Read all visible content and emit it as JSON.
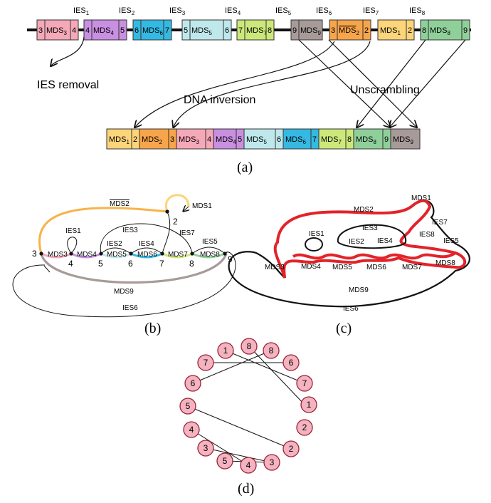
{
  "colors": {
    "mds1": "#fcd47a",
    "mds2": "#f7a54a",
    "mds3": "#f5a9b8",
    "mds4": "#c98fe0",
    "mds5": "#bfe8ec",
    "mds6": "#34b9e2",
    "mds7": "#cde87a",
    "mds8": "#8fd09a",
    "mds9": "#a79b99",
    "red_path": "#e2232a",
    "node_fill": "#f4b3c0"
  },
  "panel_a": {
    "caption": "(a)",
    "ies_labels": [
      {
        "base": "IES",
        "sub": "1"
      },
      {
        "base": "IES",
        "sub": "2"
      },
      {
        "base": "IES",
        "sub": "3"
      },
      {
        "base": "IES",
        "sub": "4"
      },
      {
        "base": "IES",
        "sub": "5"
      },
      {
        "base": "IES",
        "sub": "6"
      },
      {
        "base": "IES",
        "sub": "7"
      },
      {
        "base": "IES",
        "sub": "8"
      }
    ],
    "top_row": [
      {
        "left": "3",
        "base": "MDS",
        "sub": "3",
        "right": "4",
        "color": "mds3"
      },
      {
        "left": "4",
        "base": "MDS",
        "sub": "4",
        "right": "5",
        "color": "mds4"
      },
      {
        "left": "6",
        "base": "MDS",
        "sub": "6",
        "right": "7",
        "color": "mds6"
      },
      {
        "left": "5",
        "base": "MDS",
        "sub": "5",
        "right": "6",
        "color": "mds5"
      },
      {
        "left": "7",
        "base": "MDS",
        "sub": "7",
        "right": "8",
        "color": "mds7"
      },
      {
        "left": "9",
        "base": "MDS",
        "sub": "9",
        "right": "",
        "color": "mds9"
      },
      {
        "left": "3",
        "base": "MDS",
        "sub": "2",
        "right": "2",
        "color": "mds2"
      },
      {
        "left": "",
        "base": "MDS",
        "sub": "1",
        "right": "2",
        "color": "mds1"
      },
      {
        "left": "8",
        "base": "MDS",
        "sub": "8",
        "right": "9",
        "color": "mds8"
      }
    ],
    "bottom_row": [
      {
        "left": "",
        "base": "MDS",
        "sub": "1",
        "right": "2",
        "color": "mds1"
      },
      {
        "left": "",
        "base": "MDS",
        "sub": "2",
        "right": "3",
        "color": "mds2"
      },
      {
        "left": "",
        "base": "MDS",
        "sub": "3",
        "right": "4",
        "color": "mds3"
      },
      {
        "left": "",
        "base": "MDS",
        "sub": "4",
        "right": "5",
        "color": "mds4"
      },
      {
        "left": "",
        "base": "MDS",
        "sub": "5",
        "right": "6",
        "color": "mds5"
      },
      {
        "left": "",
        "base": "MDS",
        "sub": "6",
        "right": "7",
        "color": "mds6"
      },
      {
        "left": "",
        "base": "MDS",
        "sub": "7",
        "right": "8",
        "color": "mds7"
      },
      {
        "left": "",
        "base": "MDS",
        "sub": "8",
        "right": "9",
        "color": "mds8"
      },
      {
        "left": "",
        "base": "MDS",
        "sub": "9",
        "right": "",
        "color": "mds9"
      }
    ],
    "annotations": {
      "ies_removal": "IES removal",
      "dna_inversion": "DNA inversion",
      "unscrambling": "Unscrambling"
    }
  },
  "panel_b": {
    "caption": "(b)",
    "mds_labels": [
      "MDS3",
      "MDS4",
      "MDS5",
      "MDS6",
      "MDS7",
      "MDS8",
      "MDS9",
      "MDS2",
      "MDS1"
    ],
    "ies_labels": [
      "IES1",
      "IES2",
      "IES3",
      "IES4",
      "IES5",
      "IES6",
      "IES7"
    ],
    "pointer_labels": [
      "3",
      "4",
      "5",
      "6",
      "7",
      "8",
      "9",
      "2"
    ]
  },
  "panel_c": {
    "caption": "(c)",
    "mds_labels": [
      "MDS1",
      "MDS2",
      "MDS3",
      "MDS4",
      "MDS5",
      "MDS6",
      "MDS7",
      "MDS8",
      "MDS9"
    ],
    "ies_labels": [
      "IES1",
      "IES2",
      "IES3",
      "IES4",
      "IES5",
      "IES6",
      "IES7",
      "IES8"
    ]
  },
  "panel_d": {
    "caption": "(d)",
    "nodes": [
      "8",
      "8",
      "6",
      "7",
      "1",
      "2",
      "2",
      "3",
      "4",
      "5",
      "3",
      "4",
      "5",
      "6",
      "7",
      "1"
    ]
  }
}
